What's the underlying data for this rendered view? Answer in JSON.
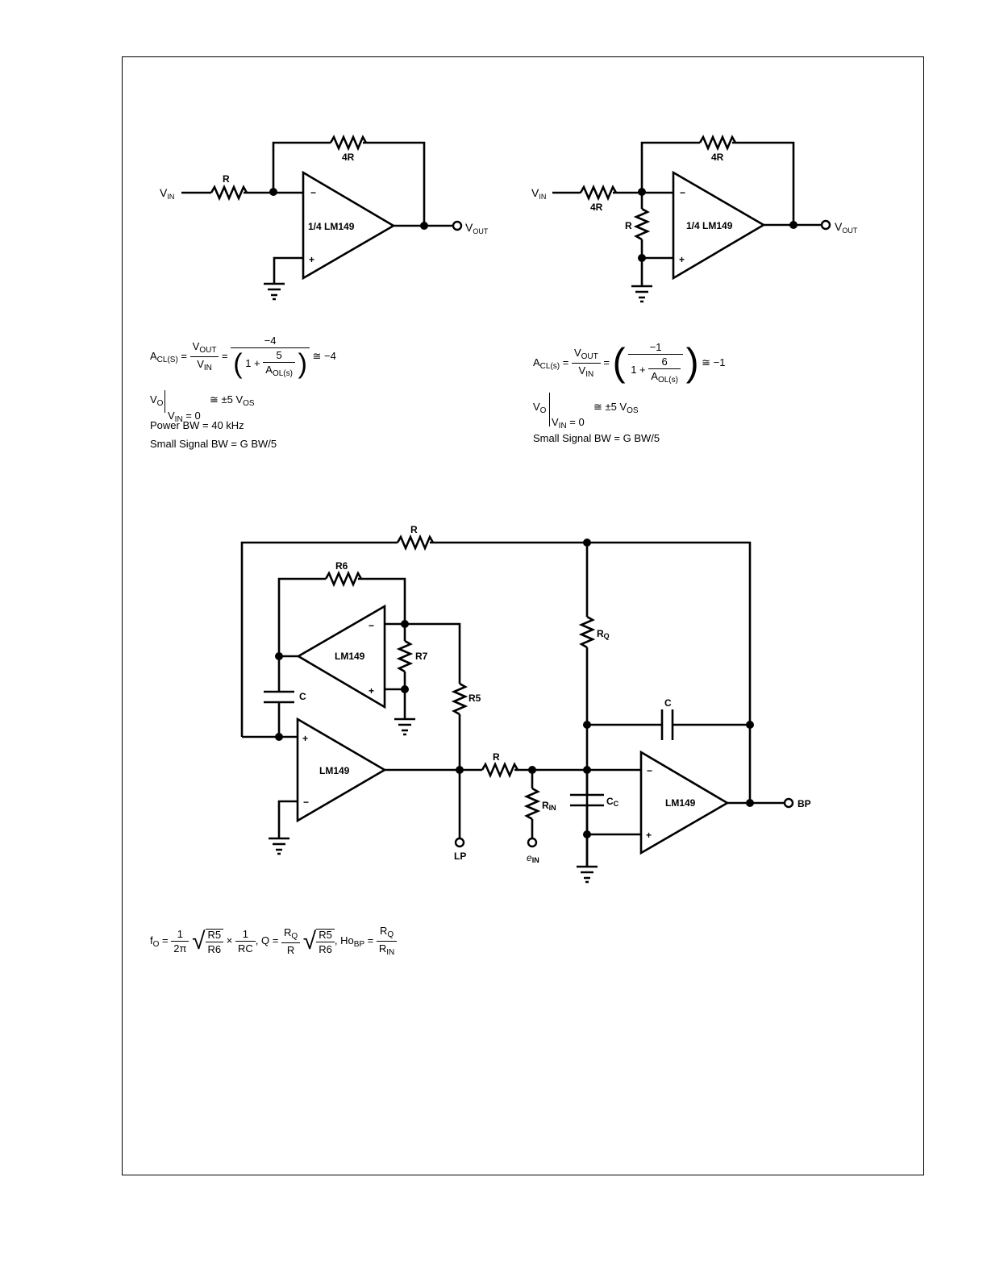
{
  "circuit1": {
    "vin": "V",
    "vin_sub": "IN",
    "r_in": "R",
    "r_fb": "4R",
    "opamp": "1/4 LM149",
    "vout": "V",
    "vout_sub": "OUT",
    "minus": "−",
    "plus": "+"
  },
  "circuit2": {
    "vin": "V",
    "vin_sub": "IN",
    "r_in": "4R",
    "r_fb": "4R",
    "r_shunt": "R",
    "opamp": "1/4 LM149",
    "vout": "V",
    "vout_sub": "OUT",
    "minus": "−",
    "plus": "+"
  },
  "formula1": {
    "a": "A",
    "a_sub": "CL(S)",
    "eq": "=",
    "f_num": "V",
    "f_num_sub": "OUT",
    "f_den": "V",
    "f_den_sub": "IN",
    "num": "−4",
    "den_pre": "1 +",
    "den_num": "5",
    "den_den": "A",
    "den_den_sub": "OL(s)",
    "approx": "≅ −4"
  },
  "notes1": {
    "vo": "V",
    "vo_sub": "O",
    "cond": "V",
    "cond_sub": "IN",
    "cond_val": "= 0",
    "result": "≅ ±5 V",
    "result_sub": "OS",
    "power_bw": "Power BW = 40 kHz",
    "small_bw": "Small Signal BW = G BW/5"
  },
  "formula2": {
    "a": "A",
    "a_sub": "CL(s)",
    "eq": "=",
    "f_num": "V",
    "f_num_sub": "OUT",
    "f_den": "V",
    "f_den_sub": "IN",
    "num": "−1",
    "den_pre": "1 +",
    "den_num": "6",
    "den_den": "A",
    "den_den_sub": "OL(s)",
    "approx": "≅ −1"
  },
  "notes2": {
    "vo": "V",
    "vo_sub": "O",
    "cond": "V",
    "cond_sub": "IN",
    "cond_val": "= 0",
    "result": "≅ ±5 V",
    "result_sub": "OS",
    "small_bw": "Small Signal BW = G BW/5"
  },
  "circuit3": {
    "r_top": "R",
    "r6": "R6",
    "r7": "R7",
    "r5": "R5",
    "c1": "C",
    "c2": "C",
    "cc": "C",
    "cc_sub": "C",
    "rq": "R",
    "rq_sub": "Q",
    "r_mid": "R",
    "rin": "R",
    "rin_sub": "IN",
    "opamp_a": "LM149",
    "opamp_b": "LM149",
    "opamp_c": "LM149",
    "lp": "LP",
    "ein": "e",
    "ein_sub": "IN",
    "bp": "BP",
    "minus": "−",
    "plus": "+"
  },
  "formula3": {
    "f": "f",
    "f_sub": "O",
    "eq": "=",
    "one": "1",
    "two_pi": "2π",
    "r5": "R5",
    "r6": "R6",
    "times": "×",
    "rc": "RC",
    "q": ", Q =",
    "rq": "R",
    "rq_sub": "Q",
    "r": "R",
    "ho": ", Ho",
    "ho_sub": "BP",
    "rin": "R",
    "rin_sub": "IN"
  }
}
